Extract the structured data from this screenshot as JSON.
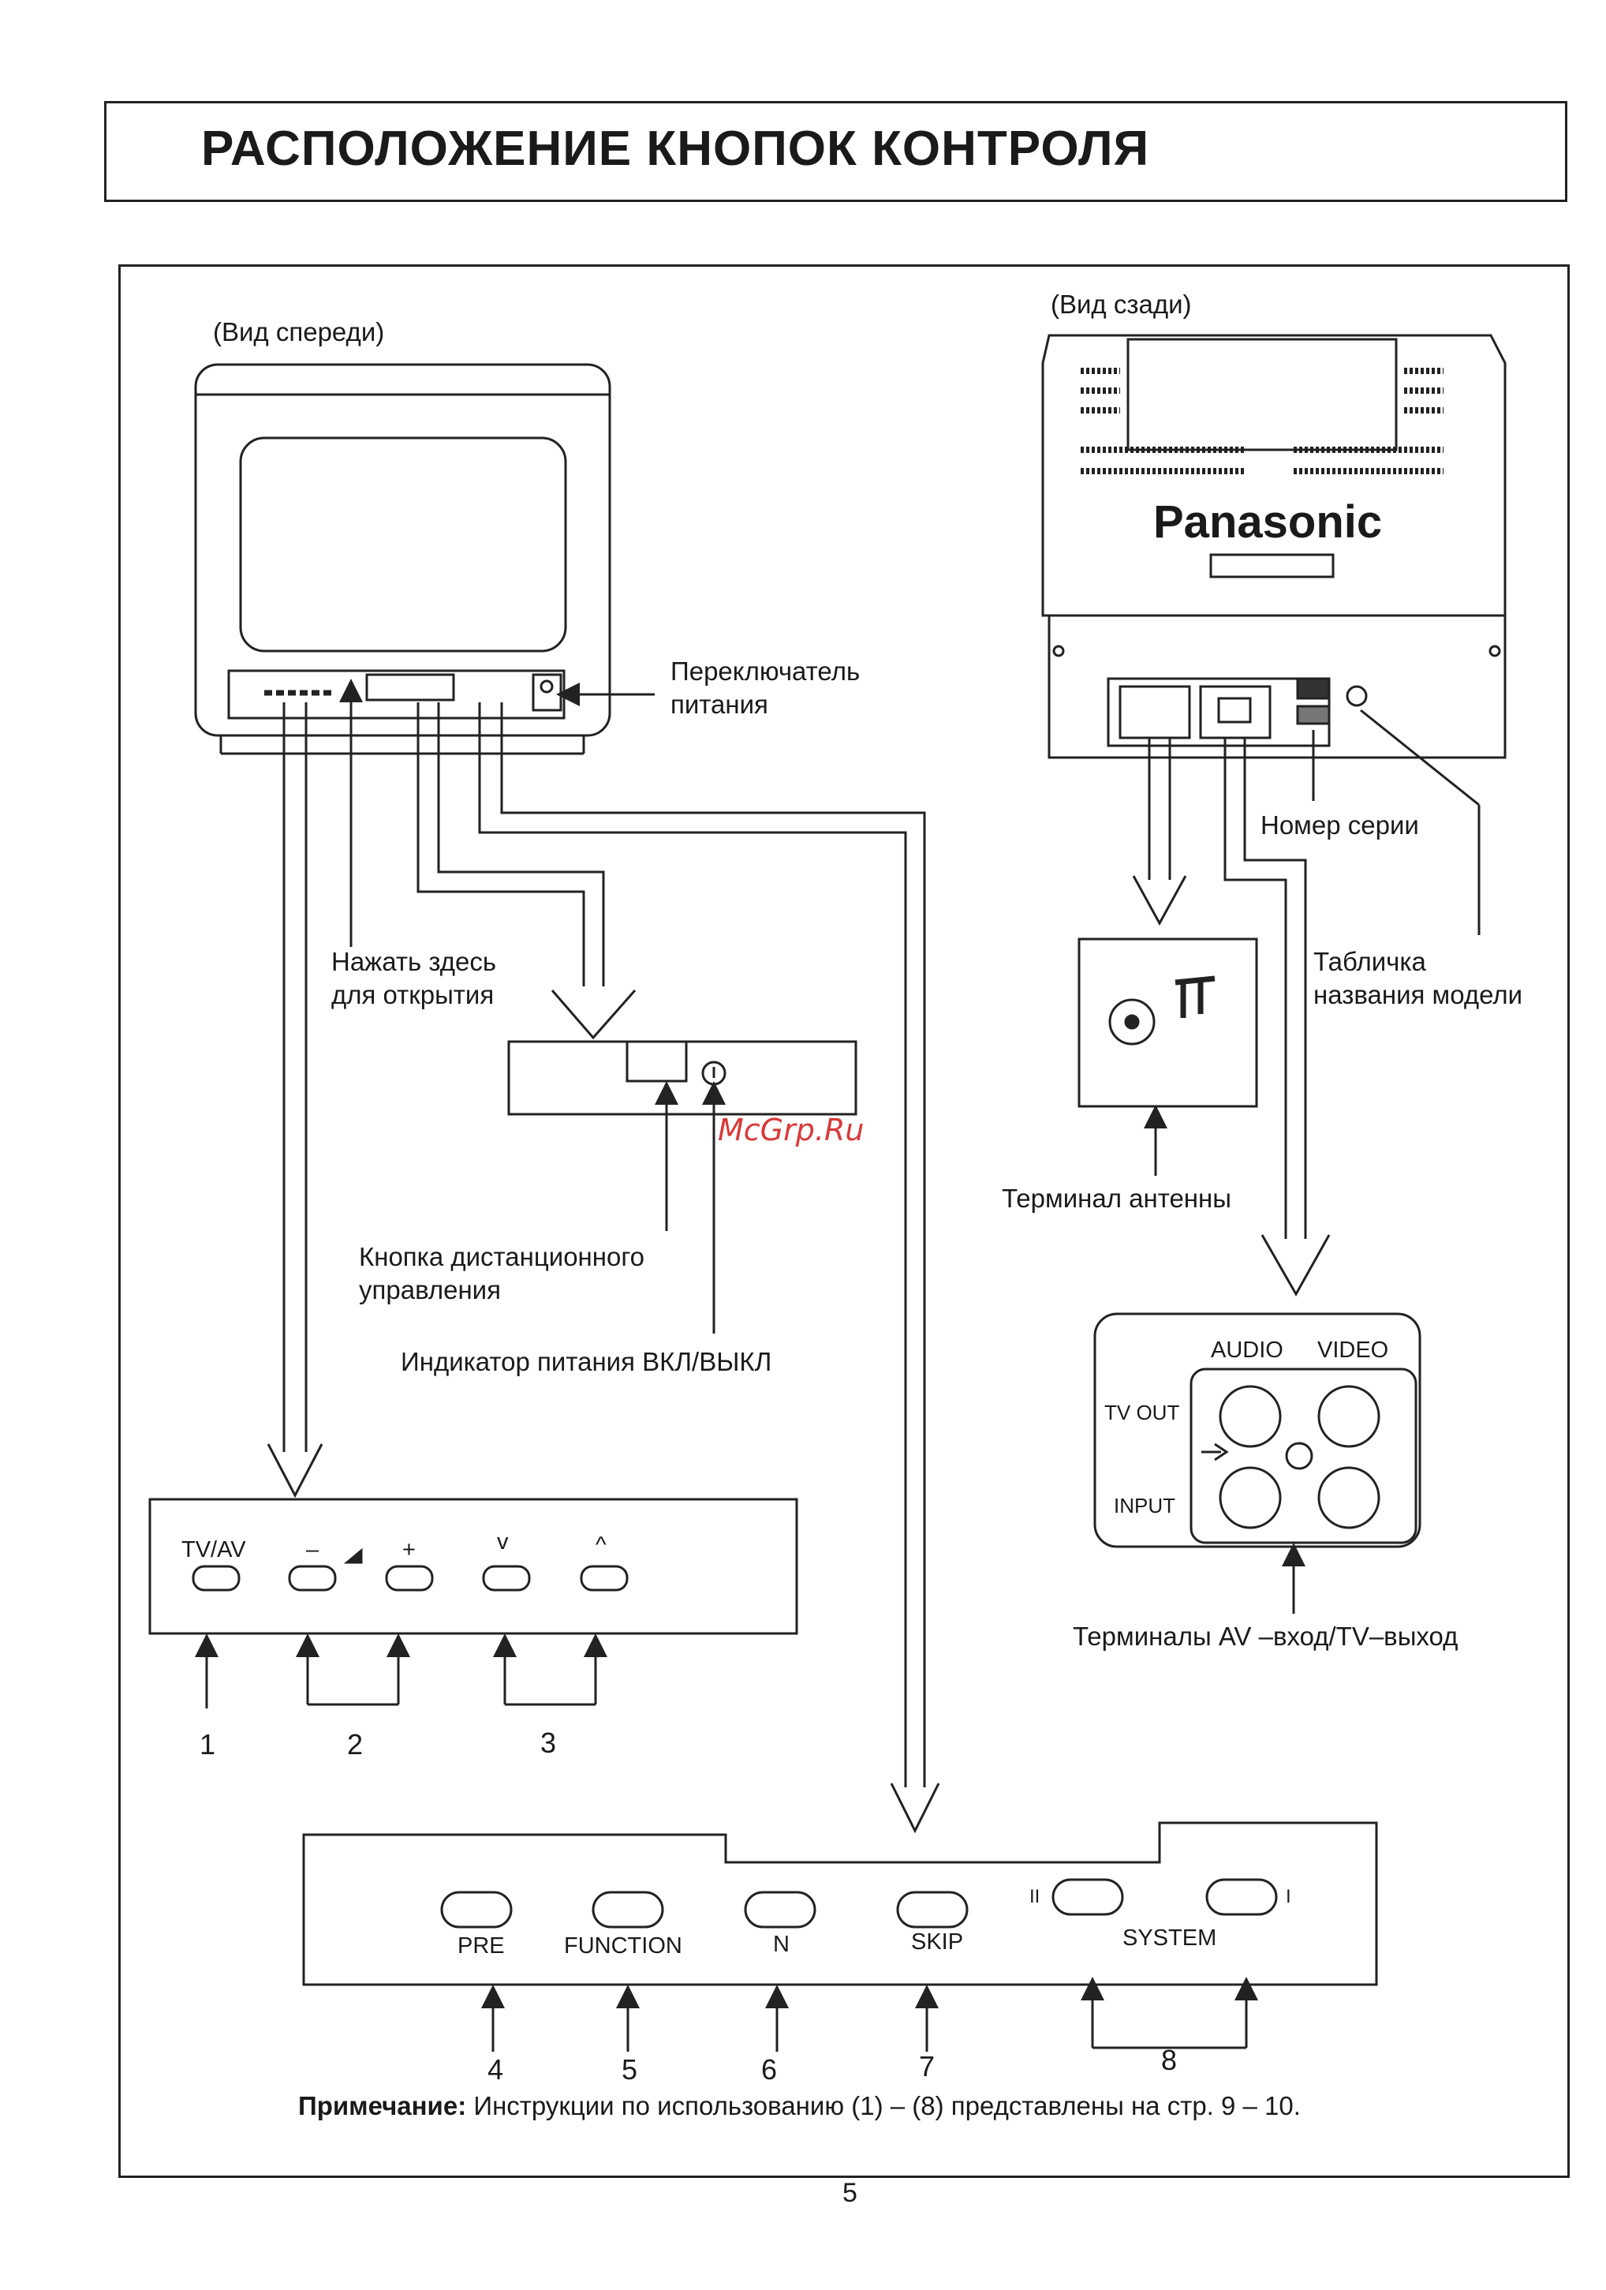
{
  "title": "РАСПОЛОЖЕНИЕ КНОПОК КОНТРОЛЯ",
  "front": {
    "view_label": "(Вид спереди)",
    "power_switch": "Переключатель\nпитания",
    "press_open": "Нажать здесь\nдля открытия",
    "remote_button": "Кнопка дистанционного\nуправления",
    "power_indicator": "Индикатор питания ВКЛ/ВЫКЛ"
  },
  "rear": {
    "view_label": "(Вид сзади)",
    "brand": "Panasonic",
    "serial": "Номер серии",
    "model_plate": "Табличка\nназвания модели",
    "antenna": "Терминал антенны",
    "av_terminals": "Терминалы AV –вход/TV–выход",
    "audio": "AUDIO",
    "video": "VIDEO",
    "tv_out": "TV OUT",
    "input": "INPUT"
  },
  "panel1": {
    "tvav": "TV/AV",
    "minus": "–",
    "plus": "+",
    "down": "v",
    "up": "^",
    "numbers": [
      "1",
      "2",
      "3"
    ]
  },
  "panel2": {
    "pre": "PRE",
    "function": "FUNCTION",
    "n": "N",
    "skip": "SKIP",
    "system": "SYSTEM",
    "sys_ii": "II",
    "sys_i": "I",
    "numbers": [
      "4",
      "5",
      "6",
      "7",
      "8"
    ]
  },
  "watermark": "McGrp.Ru",
  "note": {
    "bold": "Примечание:",
    "text": " Инструкции по использованию (1) – (8) представлены на стр. 9 – 10."
  },
  "page_number": "5"
}
